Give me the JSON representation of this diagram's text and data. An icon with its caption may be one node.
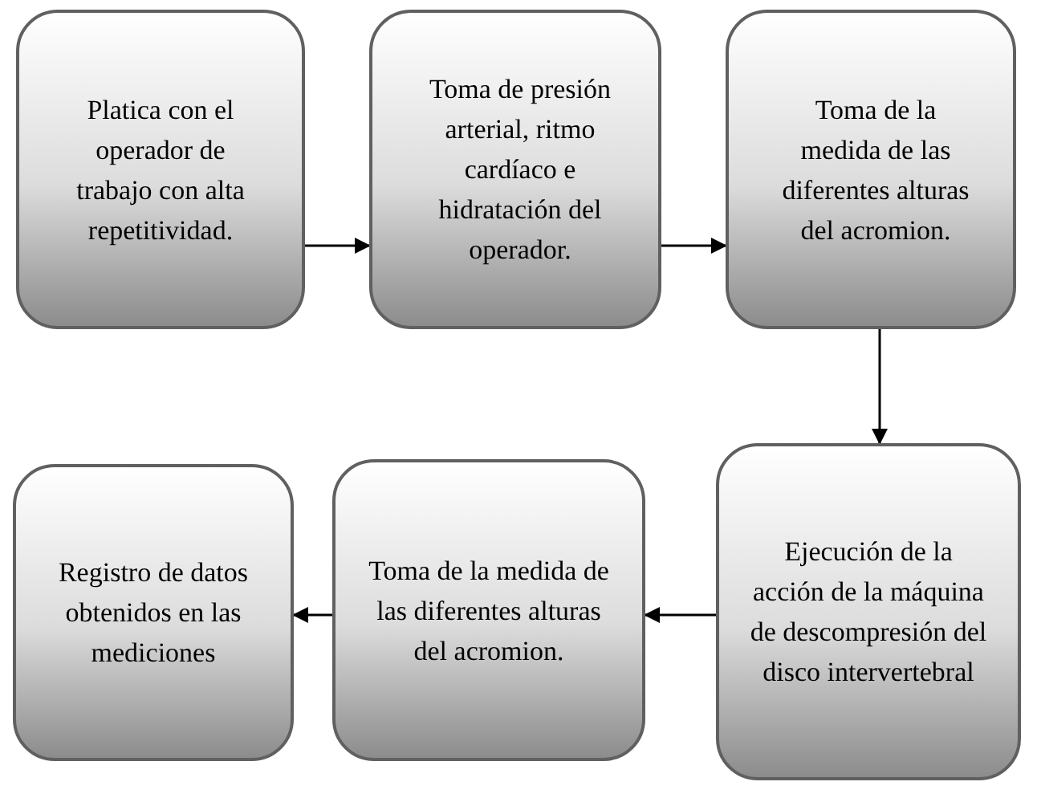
{
  "diagram": {
    "nodes": [
      {
        "text": [
          "Platica con el operador de trabajo con alta repetitividad."
        ]
      },
      {
        "text": [
          "Toma de presión arterial, ritmo cardíaco e hidratación del operador."
        ]
      },
      {
        "text": [
          "Toma de la medida de las diferentes alturas del acromion."
        ]
      },
      {
        "text": [
          "Ejecución de la acción de la máquina de descompresión del disco intervertebral"
        ]
      },
      {
        "text": [
          "Toma de la medida de las diferentes alturas del acromion."
        ]
      },
      {
        "text": [
          "Registro de datos obtenidos en las mediciones"
        ]
      }
    ],
    "edges": [
      {
        "from": 0,
        "to": 1,
        "arrow": "to"
      },
      {
        "from": 1,
        "to": 2,
        "arrow": "to"
      },
      {
        "from": 2,
        "to": 3,
        "arrow": "to"
      },
      {
        "from": 3,
        "to": 4,
        "arrow": "to"
      },
      {
        "from": 4,
        "to": 5,
        "arrow": "to"
      }
    ]
  }
}
